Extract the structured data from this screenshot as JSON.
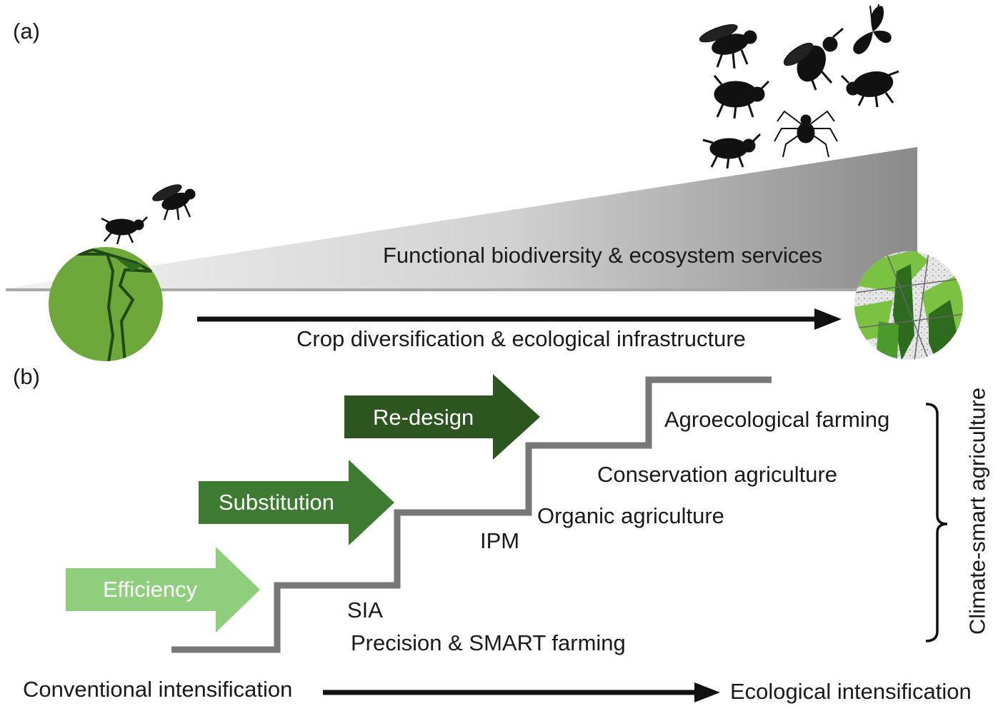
{
  "panel_a": {
    "label": "(a)",
    "wedge_label": "Functional biodiversity & ecosystem services",
    "arrow_label": "Crop diversification & ecological infrastructure",
    "colors": {
      "field_green": "#6ea83a",
      "dark_green": "#2e6b1f",
      "wedge_dark": "#8a8a8a",
      "wedge_light": "#eeeeee"
    },
    "icons": [
      "beetle-silhouette-icon",
      "fly-silhouette-icon",
      "wasp-silhouette-icon",
      "butterfly-silhouette-icon",
      "spider-silhouette-icon",
      "simple-field-icon",
      "diverse-field-icon"
    ]
  },
  "panel_b": {
    "label": "(b)",
    "arrows": [
      {
        "label": "Efficiency",
        "color": "#8fce7c"
      },
      {
        "label": "Substitution",
        "color": "#3f7a32"
      },
      {
        "label": "Re-design",
        "color": "#2c5520"
      }
    ],
    "steps": {
      "sia": "SIA",
      "precision": "Precision & SMART farming",
      "ipm": "IPM",
      "organic": "Organic agriculture",
      "conservation": "Conservation agriculture",
      "agroecological": "Agroecological farming"
    },
    "bracket_label": "Climate-smart agriculture",
    "axis_start": "Conventional intensification",
    "axis_end": "Ecological intensification",
    "colors": {
      "staircase": "#777777"
    }
  }
}
